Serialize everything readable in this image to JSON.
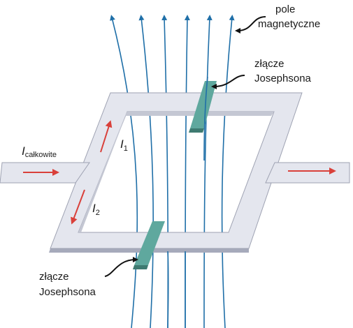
{
  "labels": {
    "field": [
      "pole",
      "magnetyczne"
    ],
    "junction_top": [
      "złącze",
      "Josephsona"
    ],
    "junction_bottom": [
      "złącze",
      "Josephsona"
    ],
    "total_current": {
      "symbol": "I",
      "subscript": "całkowite"
    },
    "i1": {
      "symbol": "I",
      "subscript": "1"
    },
    "i2": {
      "symbol": "I",
      "subscript": "2"
    }
  },
  "colors": {
    "field_lines": "#1f6fa8",
    "current_arrows": "#d9403a",
    "junction": "#5fa89e",
    "loop_fill": "#e4e6ee",
    "loop_edge": "#9ea2b2"
  }
}
